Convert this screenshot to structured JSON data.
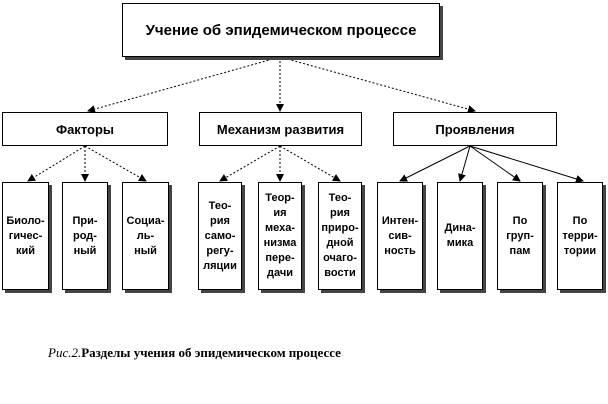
{
  "title": "Учение об эпидемическом процессе",
  "categories": [
    {
      "label": "Факторы",
      "children": [
        "Биоло-\nгичес-\nкий",
        "При-\nрод-\nный",
        "Социа-\nль-\nный"
      ]
    },
    {
      "label": "Механизм развития",
      "children": [
        "Тео-\nрия\nсамо-\nрегу-\nляции",
        "Теор-\nия\nмеха-\nнизма\nпере-\nдачи",
        "Тео-\nрия\nприро-\nдной\nочаго-\nвости"
      ]
    },
    {
      "label": "Проявления",
      "children": [
        "Интен-\nсив-\nность",
        "Дина-\nмика",
        "По\nгруп-\nпам",
        "По\nтерри-\nтории"
      ]
    }
  ],
  "caption": {
    "prefix": "Рис.2.",
    "text": "Разделы учения об эпидемическом процессе"
  }
}
